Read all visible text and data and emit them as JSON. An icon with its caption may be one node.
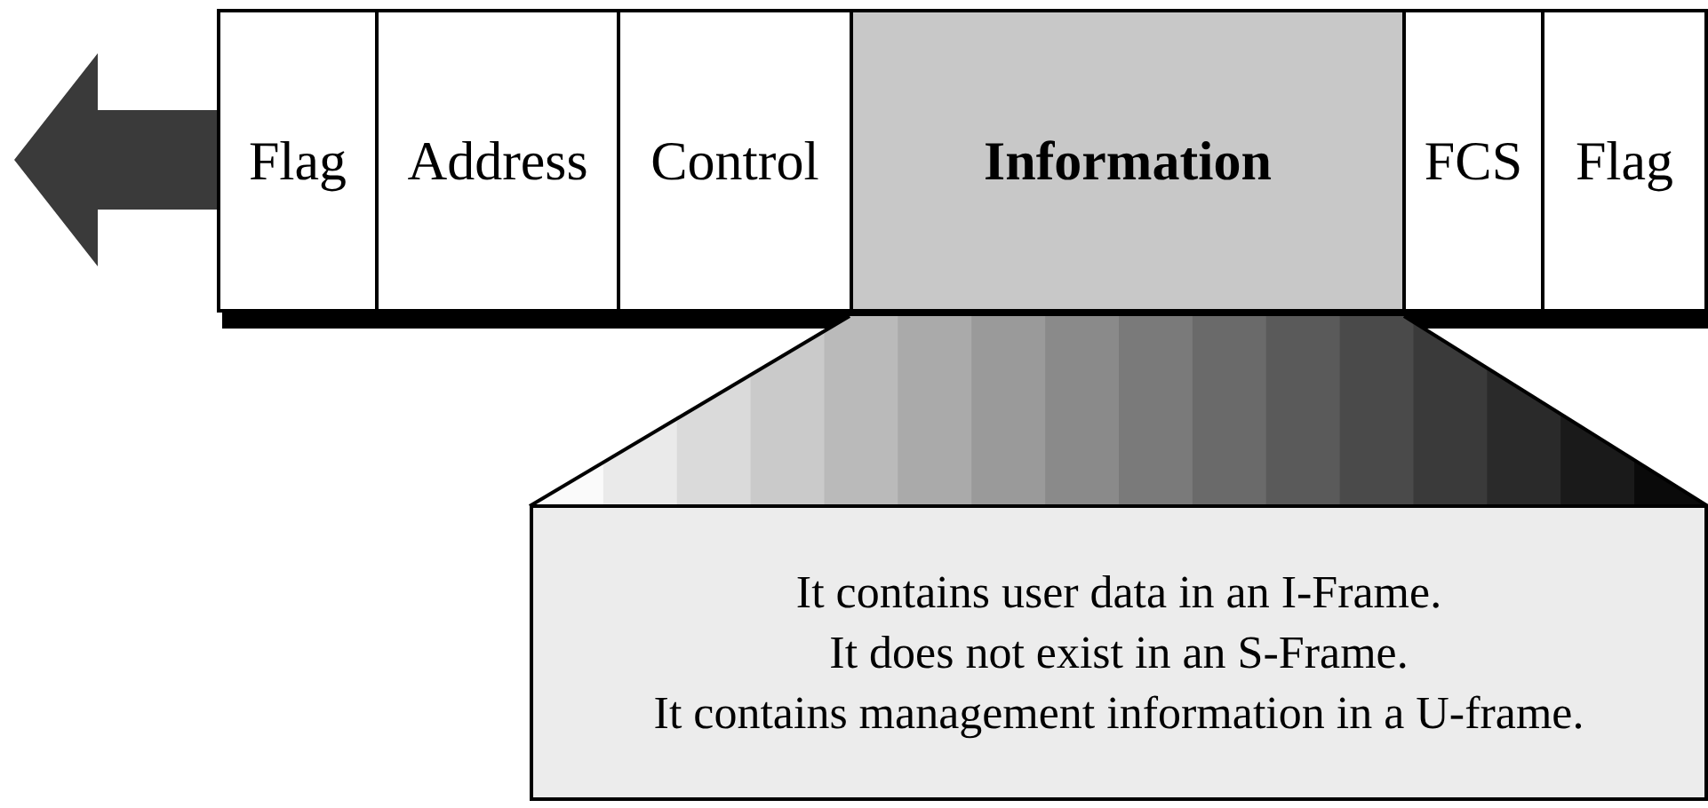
{
  "diagram": {
    "nodes": [
      {
        "text": [
          "Flag"
        ]
      },
      {
        "text": [
          "Address"
        ]
      },
      {
        "text": [
          "Control"
        ]
      },
      {
        "text": [
          "Information"
        ]
      },
      {
        "text": [
          "FCS"
        ]
      },
      {
        "text": [
          "Flag"
        ]
      },
      {
        "text": [
          "It contains user data in an I-Frame.",
          "It does not exist in an S-Frame.",
          "It contains management information in a U-frame."
        ]
      }
    ]
  }
}
